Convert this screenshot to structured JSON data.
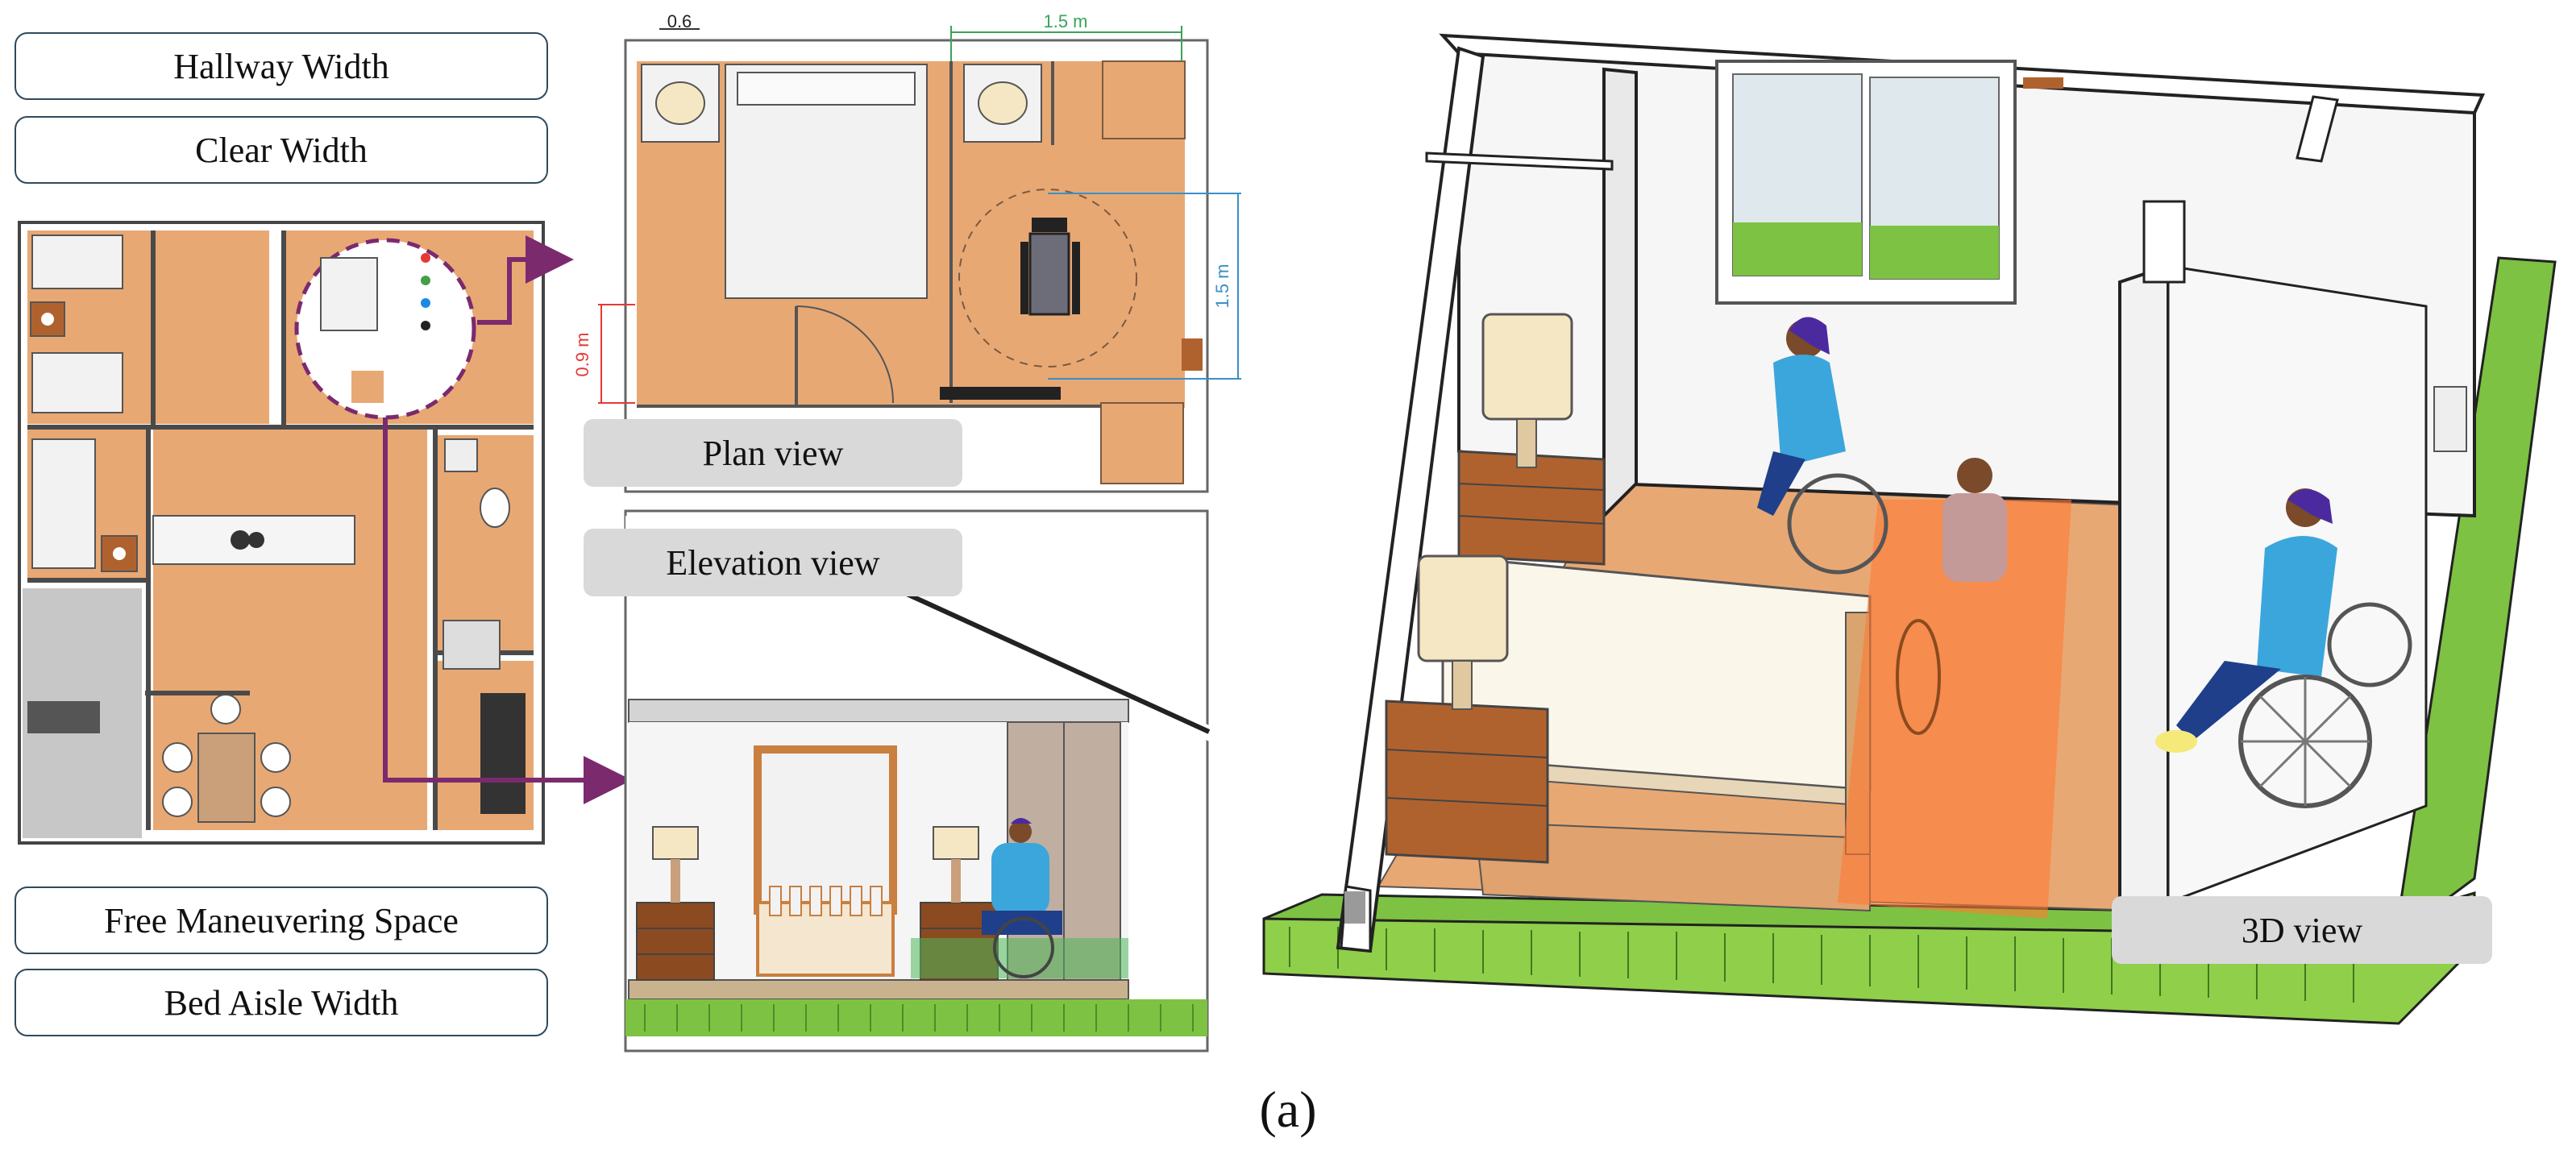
{
  "legend": {
    "hallway_width": "Hallway Width",
    "clear_width": "Clear Width",
    "free_maneuvering_space": "Free Maneuvering Space",
    "bed_aisle_width": "Bed Aisle Width"
  },
  "views": {
    "plan": "Plan view",
    "elevation": "Elevation view",
    "three_d": "3D view"
  },
  "dimensions": {
    "door_top": "0.6",
    "turning_width": "1.5 m",
    "turning_depth": "1.5 m",
    "aisle_width": "0.9 m"
  },
  "caption": "(a)",
  "colors": {
    "floor": "#e8a874",
    "wall": "#ffffff",
    "bed": "#f2f2f2",
    "furniture": "#b0622e",
    "grass": "#7dc242",
    "arrow": "#7b2a6e",
    "highlight": "#ff7a33",
    "clear_zone": "#4cb85a",
    "person_shirt": "#3ba6dc",
    "person_hair": "#4b2aa0"
  }
}
